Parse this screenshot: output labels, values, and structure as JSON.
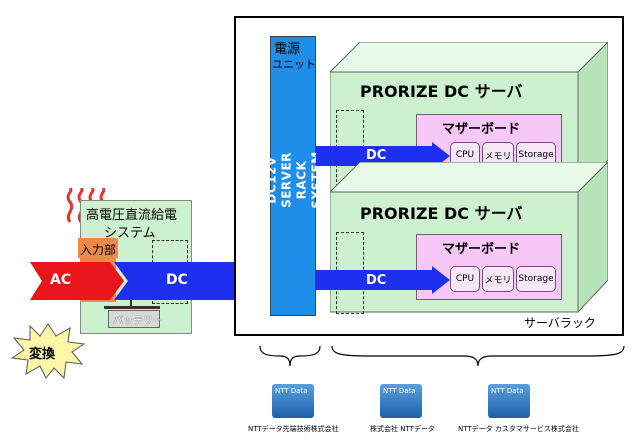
{
  "high_voltage": {
    "title_line1": "高電圧直流給電",
    "title_line2": "システム",
    "input_label": "入力部",
    "battery_label": "バッテリー"
  },
  "conversion_burst": "変換",
  "arrows": {
    "ac": "AC",
    "dc_main": "DC",
    "dc_upper": "DC",
    "dc_lower": "DC"
  },
  "power_unit": {
    "label_line1": "電源",
    "label_line2": "ユニット",
    "vertical_text": "DC12V SERVER RACK SYSTEM"
  },
  "servers": [
    {
      "title": "PRORIZE DC サーバ",
      "motherboard": "マザーボード",
      "chips": [
        "CPU",
        "メモリ",
        "Storage"
      ]
    },
    {
      "title": "PRORIZE DC サーバ",
      "motherboard": "マザーボード",
      "chips": [
        "CPU",
        "メモリ",
        "Storage"
      ]
    }
  ],
  "rack_label": "サーバラック",
  "logos": [
    {
      "mark": "NTT Data",
      "name": "NTTデータ先端技術株式会社"
    },
    {
      "mark": "NTT Data",
      "name": "株式会社 NTTデータ"
    },
    {
      "mark": "NTT Data",
      "name": "NTTデータ カスタマサービス株式会社"
    }
  ],
  "colors": {
    "ac_red": "#e8151a",
    "dc_blue": "#1f2ff0",
    "power_unit_blue": "#1e8ee8",
    "server_green": "#cdf0cf",
    "motherboard_pink": "#f7c8f7",
    "heat_red": "#e0342c",
    "input_orange": "#f08a4b",
    "burst_yellow": "#fff6a8"
  }
}
